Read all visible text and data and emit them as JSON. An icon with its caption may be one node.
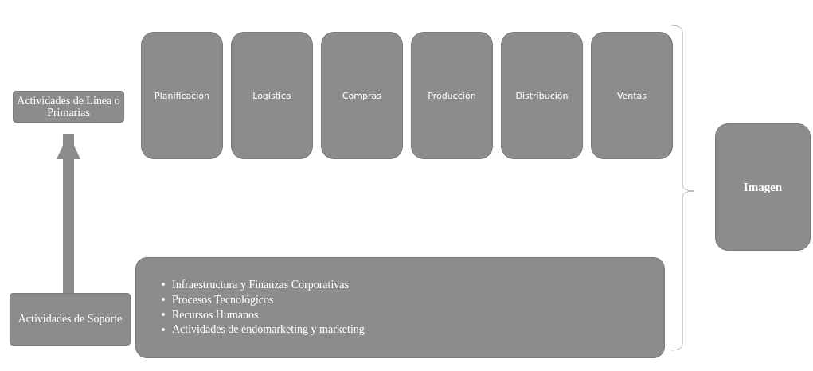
{
  "diagram": {
    "nodes": [
      {
        "text": [
          "Actividades de Línea o Primarias"
        ]
      },
      {
        "text": [
          "Planificación"
        ]
      },
      {
        "text": [
          "Logística"
        ]
      },
      {
        "text": [
          "Compras"
        ]
      },
      {
        "text": [
          "Producción"
        ]
      },
      {
        "text": [
          "Distribución"
        ]
      },
      {
        "text": [
          "Ventas"
        ]
      },
      {
        "text": [
          "Imagen"
        ]
      },
      {
        "text": [
          "Actividades de Soporte"
        ]
      },
      {
        "text": [
          "Infraestructura y Finanzas Corporativas",
          "Procesos Tecnológicos",
          "Recursos Humanos",
          "Actividades de endomarketing y marketing"
        ]
      }
    ],
    "edges": [
      {
        "from": 8,
        "to": 0,
        "arrow": "to"
      }
    ]
  }
}
